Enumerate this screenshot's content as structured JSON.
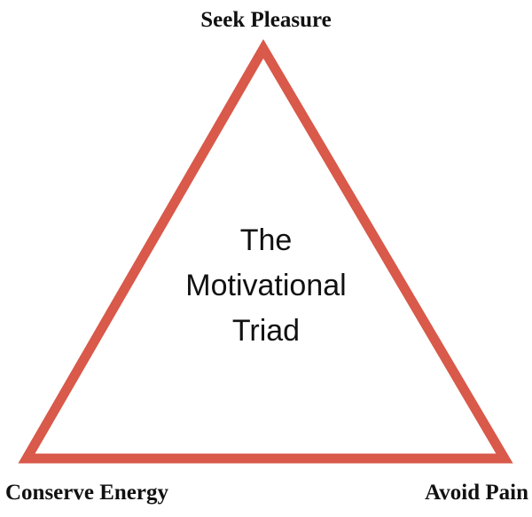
{
  "diagram": {
    "center_lines": [
      "The",
      "Motivational",
      "Triad"
    ],
    "vertices": {
      "top": "Seek Pleasure",
      "bottom_left": "Conserve Energy",
      "bottom_right": "Avoid Pain"
    },
    "colors": {
      "triangle_stroke": "#d9594a",
      "text": "#111111"
    }
  }
}
